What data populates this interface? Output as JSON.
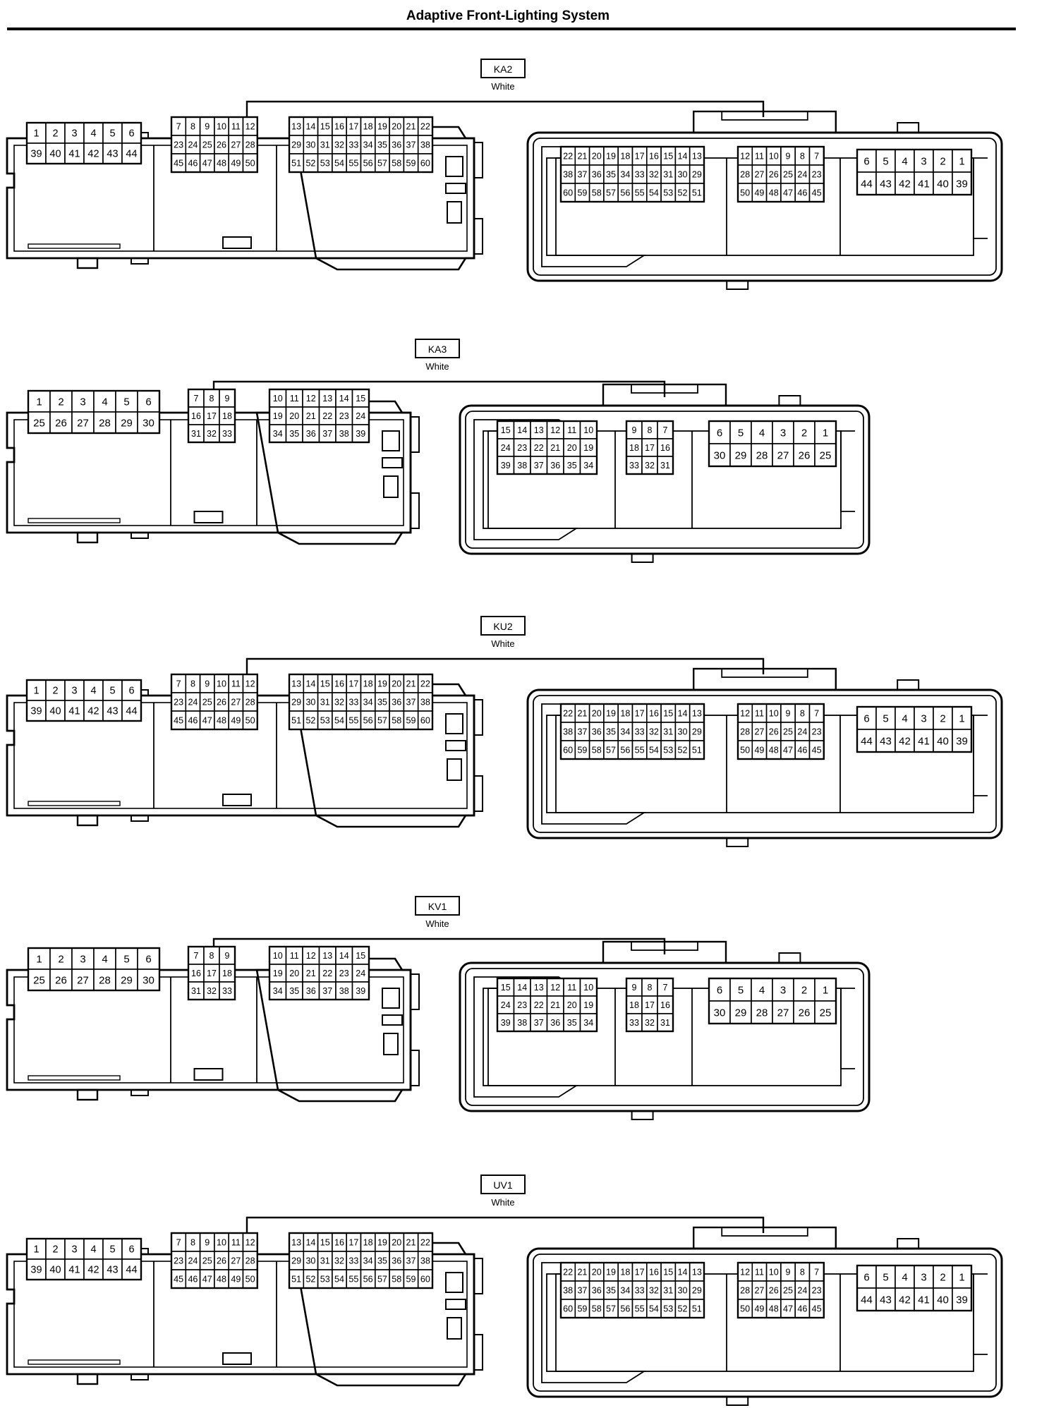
{
  "title": "Adaptive Front-Lighting System",
  "connectors": [
    {
      "id": "KA2",
      "color": "White",
      "size": "large",
      "female": [
        [
          [
            "1",
            "2",
            "3",
            "4",
            "5",
            "6"
          ],
          [
            "39",
            "40",
            "41",
            "42",
            "43",
            "44"
          ]
        ],
        [
          [
            "7",
            "8",
            "9",
            "10",
            "11",
            "12"
          ],
          [
            "23",
            "24",
            "25",
            "26",
            "27",
            "28"
          ],
          [
            "45",
            "46",
            "47",
            "48",
            "49",
            "50"
          ]
        ],
        [
          [
            "13",
            "14",
            "15",
            "16",
            "17",
            "18",
            "19",
            "20",
            "21",
            "22"
          ],
          [
            "29",
            "30",
            "31",
            "32",
            "33",
            "34",
            "35",
            "36",
            "37",
            "38"
          ],
          [
            "51",
            "52",
            "53",
            "54",
            "55",
            "56",
            "57",
            "58",
            "59",
            "60"
          ]
        ]
      ],
      "male": [
        [
          [
            "22",
            "21",
            "20",
            "19",
            "18",
            "17",
            "16",
            "15",
            "14",
            "13"
          ],
          [
            "38",
            "37",
            "36",
            "35",
            "34",
            "33",
            "32",
            "31",
            "30",
            "29"
          ],
          [
            "60",
            "59",
            "58",
            "57",
            "56",
            "55",
            "54",
            "53",
            "52",
            "51"
          ]
        ],
        [
          [
            "12",
            "11",
            "10",
            "9",
            "8",
            "7"
          ],
          [
            "28",
            "27",
            "26",
            "25",
            "24",
            "23"
          ],
          [
            "50",
            "49",
            "48",
            "47",
            "46",
            "45"
          ]
        ],
        [
          [
            "6",
            "5",
            "4",
            "3",
            "2",
            "1"
          ],
          [
            "44",
            "43",
            "42",
            "41",
            "40",
            "39"
          ]
        ]
      ]
    },
    {
      "id": "KA3",
      "color": "White",
      "size": "small",
      "female": [
        [
          [
            "1",
            "2",
            "3",
            "4",
            "5",
            "6"
          ],
          [
            "25",
            "26",
            "27",
            "28",
            "29",
            "30"
          ]
        ],
        [
          [
            "7",
            "8",
            "9"
          ],
          [
            "16",
            "17",
            "18"
          ],
          [
            "31",
            "32",
            "33"
          ]
        ],
        [
          [
            "10",
            "11",
            "12",
            "13",
            "14",
            "15"
          ],
          [
            "19",
            "20",
            "21",
            "22",
            "23",
            "24"
          ],
          [
            "34",
            "35",
            "36",
            "37",
            "38",
            "39"
          ]
        ]
      ],
      "male": [
        [
          [
            "15",
            "14",
            "13",
            "12",
            "11",
            "10"
          ],
          [
            "24",
            "23",
            "22",
            "21",
            "20",
            "19"
          ],
          [
            "39",
            "38",
            "37",
            "36",
            "35",
            "34"
          ]
        ],
        [
          [
            "9",
            "8",
            "7"
          ],
          [
            "18",
            "17",
            "16"
          ],
          [
            "33",
            "32",
            "31"
          ]
        ],
        [
          [
            "6",
            "5",
            "4",
            "3",
            "2",
            "1"
          ],
          [
            "30",
            "29",
            "28",
            "27",
            "26",
            "25"
          ]
        ]
      ]
    },
    {
      "id": "KU2",
      "color": "White",
      "size": "large",
      "female": [
        [
          [
            "1",
            "2",
            "3",
            "4",
            "5",
            "6"
          ],
          [
            "39",
            "40",
            "41",
            "42",
            "43",
            "44"
          ]
        ],
        [
          [
            "7",
            "8",
            "9",
            "10",
            "11",
            "12"
          ],
          [
            "23",
            "24",
            "25",
            "26",
            "27",
            "28"
          ],
          [
            "45",
            "46",
            "47",
            "48",
            "49",
            "50"
          ]
        ],
        [
          [
            "13",
            "14",
            "15",
            "16",
            "17",
            "18",
            "19",
            "20",
            "21",
            "22"
          ],
          [
            "29",
            "30",
            "31",
            "32",
            "33",
            "34",
            "35",
            "36",
            "37",
            "38"
          ],
          [
            "51",
            "52",
            "53",
            "54",
            "55",
            "56",
            "57",
            "58",
            "59",
            "60"
          ]
        ]
      ],
      "male": [
        [
          [
            "22",
            "21",
            "20",
            "19",
            "18",
            "17",
            "16",
            "15",
            "14",
            "13"
          ],
          [
            "38",
            "37",
            "36",
            "35",
            "34",
            "33",
            "32",
            "31",
            "30",
            "29"
          ],
          [
            "60",
            "59",
            "58",
            "57",
            "56",
            "55",
            "54",
            "53",
            "52",
            "51"
          ]
        ],
        [
          [
            "12",
            "11",
            "10",
            "9",
            "8",
            "7"
          ],
          [
            "28",
            "27",
            "26",
            "25",
            "24",
            "23"
          ],
          [
            "50",
            "49",
            "48",
            "47",
            "46",
            "45"
          ]
        ],
        [
          [
            "6",
            "5",
            "4",
            "3",
            "2",
            "1"
          ],
          [
            "44",
            "43",
            "42",
            "41",
            "40",
            "39"
          ]
        ]
      ]
    },
    {
      "id": "KV1",
      "color": "White",
      "size": "small",
      "female": [
        [
          [
            "1",
            "2",
            "3",
            "4",
            "5",
            "6"
          ],
          [
            "25",
            "26",
            "27",
            "28",
            "29",
            "30"
          ]
        ],
        [
          [
            "7",
            "8",
            "9"
          ],
          [
            "16",
            "17",
            "18"
          ],
          [
            "31",
            "32",
            "33"
          ]
        ],
        [
          [
            "10",
            "11",
            "12",
            "13",
            "14",
            "15"
          ],
          [
            "19",
            "20",
            "21",
            "22",
            "23",
            "24"
          ],
          [
            "34",
            "35",
            "36",
            "37",
            "38",
            "39"
          ]
        ]
      ],
      "male": [
        [
          [
            "15",
            "14",
            "13",
            "12",
            "11",
            "10"
          ],
          [
            "24",
            "23",
            "22",
            "21",
            "20",
            "19"
          ],
          [
            "39",
            "38",
            "37",
            "36",
            "35",
            "34"
          ]
        ],
        [
          [
            "9",
            "8",
            "7"
          ],
          [
            "18",
            "17",
            "16"
          ],
          [
            "33",
            "32",
            "31"
          ]
        ],
        [
          [
            "6",
            "5",
            "4",
            "3",
            "2",
            "1"
          ],
          [
            "30",
            "29",
            "28",
            "27",
            "26",
            "25"
          ]
        ]
      ]
    },
    {
      "id": "UV1",
      "color": "White",
      "size": "large",
      "female": [
        [
          [
            "1",
            "2",
            "3",
            "4",
            "5",
            "6"
          ],
          [
            "39",
            "40",
            "41",
            "42",
            "43",
            "44"
          ]
        ],
        [
          [
            "7",
            "8",
            "9",
            "10",
            "11",
            "12"
          ],
          [
            "23",
            "24",
            "25",
            "26",
            "27",
            "28"
          ],
          [
            "45",
            "46",
            "47",
            "48",
            "49",
            "50"
          ]
        ],
        [
          [
            "13",
            "14",
            "15",
            "16",
            "17",
            "18",
            "19",
            "20",
            "21",
            "22"
          ],
          [
            "29",
            "30",
            "31",
            "32",
            "33",
            "34",
            "35",
            "36",
            "37",
            "38"
          ],
          [
            "51",
            "52",
            "53",
            "54",
            "55",
            "56",
            "57",
            "58",
            "59",
            "60"
          ]
        ]
      ],
      "male": [
        [
          [
            "22",
            "21",
            "20",
            "19",
            "18",
            "17",
            "16",
            "15",
            "14",
            "13"
          ],
          [
            "38",
            "37",
            "36",
            "35",
            "34",
            "33",
            "32",
            "31",
            "30",
            "29"
          ],
          [
            "60",
            "59",
            "58",
            "57",
            "56",
            "55",
            "54",
            "53",
            "52",
            "51"
          ]
        ],
        [
          [
            "12",
            "11",
            "10",
            "9",
            "8",
            "7"
          ],
          [
            "28",
            "27",
            "26",
            "25",
            "24",
            "23"
          ],
          [
            "50",
            "49",
            "48",
            "47",
            "46",
            "45"
          ]
        ],
        [
          [
            "6",
            "5",
            "4",
            "3",
            "2",
            "1"
          ],
          [
            "44",
            "43",
            "42",
            "41",
            "40",
            "39"
          ]
        ]
      ]
    }
  ]
}
